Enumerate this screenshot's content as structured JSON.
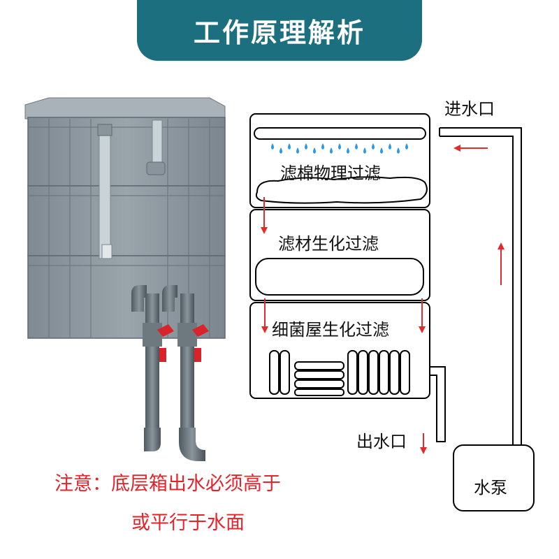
{
  "title": "工作原理解析",
  "labels": {
    "inlet": "进水口",
    "outlet": "出水口",
    "pump": "水泵",
    "stage1": "滤棉物理过滤",
    "stage2": "滤材生化过滤",
    "stage3": "细菌屋生化过滤"
  },
  "note": {
    "line1": "注意：底层箱出水必须高于",
    "line2": "或平行于水面"
  },
  "colors": {
    "banner": "#1c6f7f",
    "arrow": "#e32b2b",
    "note": "#e6222a",
    "water": "#2e9be0",
    "box_gray": "#8f9aa2"
  }
}
